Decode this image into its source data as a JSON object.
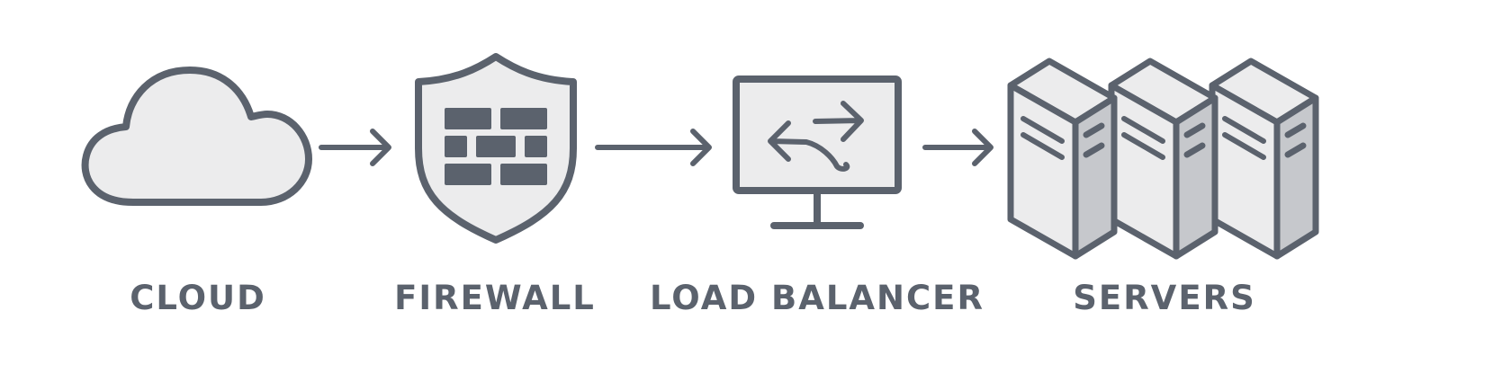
{
  "colors": {
    "stroke": "#5b626d",
    "fill_light": "#ececed",
    "fill_mid": "#c6c8cc",
    "background": "#ffffff"
  },
  "nodes": [
    {
      "id": "cloud",
      "label": "CLOUD",
      "icon": "cloud-icon"
    },
    {
      "id": "firewall",
      "label": "FIREWALL",
      "icon": "shield-brick-wall-icon"
    },
    {
      "id": "load-balancer",
      "label": "LOAD BALANCER",
      "icon": "monitor-swap-arrows-icon"
    },
    {
      "id": "servers",
      "label": "SERVERS",
      "icon": "server-rack-icon"
    }
  ],
  "edges": [
    {
      "from": "cloud",
      "to": "firewall",
      "icon": "arrow-right-icon"
    },
    {
      "from": "firewall",
      "to": "load-balancer",
      "icon": "arrow-right-icon"
    },
    {
      "from": "load-balancer",
      "to": "servers",
      "icon": "arrow-right-icon"
    }
  ]
}
